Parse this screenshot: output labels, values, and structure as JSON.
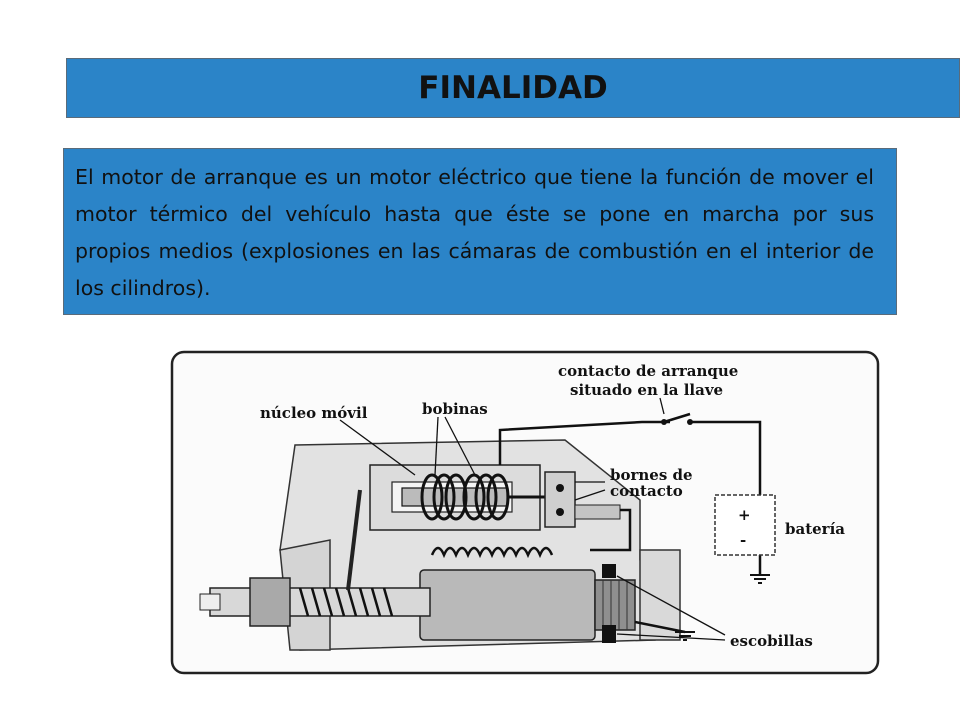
{
  "title": "FINALIDAD",
  "body_text": "El motor de arranque es un motor eléctrico que tiene la función de mover el motor térmico del vehículo hasta que éste se pone en marcha por sus propios medios (explosiones en las cámaras de combustión en el interior de los cilindros).",
  "diagram": {
    "labels": {
      "contacto_line1": "contacto de arranque",
      "contacto_line2": "situado en la llave",
      "nucleo": "núcleo móvil",
      "bobinas": "bobinas",
      "bornes_line1": "bornes de",
      "bornes_line2": "contacto",
      "plus": "+",
      "minus": "-",
      "bateria": "batería",
      "escobillas": "escobillas"
    }
  }
}
